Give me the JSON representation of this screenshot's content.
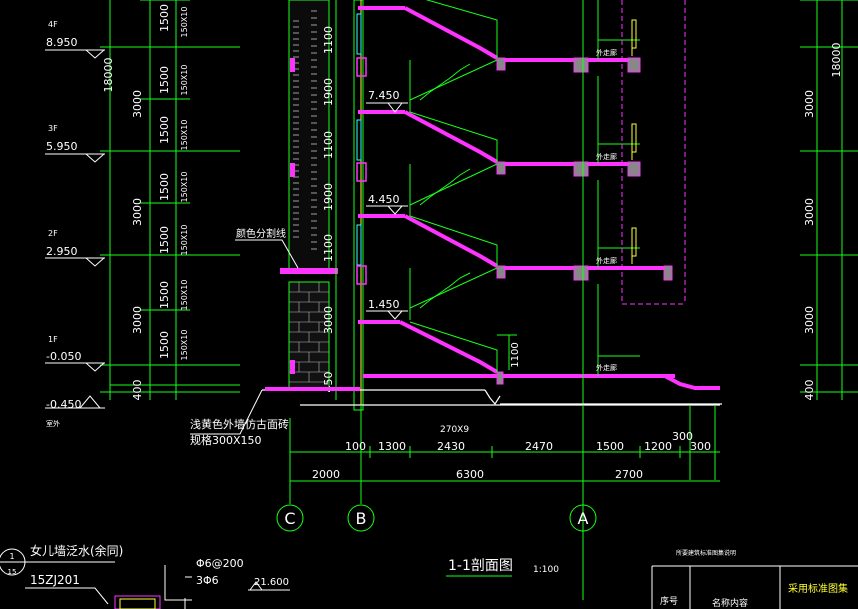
{
  "colors": {
    "background": "#000000",
    "line_green": "#19ff19",
    "structure_magenta": "#ff33ff",
    "text_white": "#ffffff",
    "text_yellow": "#ffff33",
    "glass_cyan": "#33ffff"
  },
  "floors": [
    {
      "label": "4F",
      "elevation": "8.950"
    },
    {
      "label": "3F",
      "elevation": "5.950"
    },
    {
      "label": "2F",
      "elevation": "2.950"
    },
    {
      "label": "1F",
      "elevation": "-0.050"
    }
  ],
  "ground": {
    "elevation": "-0.450",
    "label": "室外"
  },
  "left_dims": {
    "storey": [
      "3000",
      "3000",
      "3000"
    ],
    "sub_segments": [
      "1500",
      "1500",
      "1500",
      "1500",
      "1500",
      "1500",
      "1500"
    ],
    "tile_notes": [
      "150X10",
      "150X10",
      "150X10",
      "150X10",
      "150X10",
      "150X10",
      "150X10"
    ],
    "total": "18000",
    "base": "400"
  },
  "wall_dims": {
    "window": [
      "1100",
      "1100",
      "1100"
    ],
    "pier": [
      "1900",
      "1900"
    ],
    "lower": "3000",
    "base": "450"
  },
  "right_dims": {
    "storey": [
      "3000",
      "3000",
      "3000"
    ],
    "total": "18000",
    "base": "400"
  },
  "landings": [
    "7.450",
    "4.450",
    "1.450"
  ],
  "railing_height": "1100",
  "annotations": {
    "color_divide": "颜色分割线",
    "brick_note": "浅黄色外墙仿古面砖",
    "brick_size": "规格300X150",
    "corridor": [
      "外走廊",
      "外走廊",
      "外走廊",
      "外走廊"
    ]
  },
  "stair_note": "270X9",
  "bottom_dims": {
    "row1": [
      "100",
      "1300",
      "2430",
      "2470",
      "1500",
      "1200",
      "300"
    ],
    "extra": "300",
    "row2": [
      "2000",
      "6300",
      "2700"
    ]
  },
  "axes": [
    "C",
    "B",
    "A"
  ],
  "section": {
    "title": "1-1剖面图",
    "scale": "1:100"
  },
  "detail": {
    "index_top": "1",
    "index_bottom": "15",
    "title": "女儿墙泛水(余同)",
    "ref": "15ZJ201",
    "rebar1": "Φ6@200",
    "rebar2": "3Φ6",
    "elevation": "21.600"
  },
  "table": {
    "title": "所要建筑标准图集说明",
    "col_no": "序号",
    "col_name": "名称内容",
    "col_std": "采用标准图集"
  }
}
